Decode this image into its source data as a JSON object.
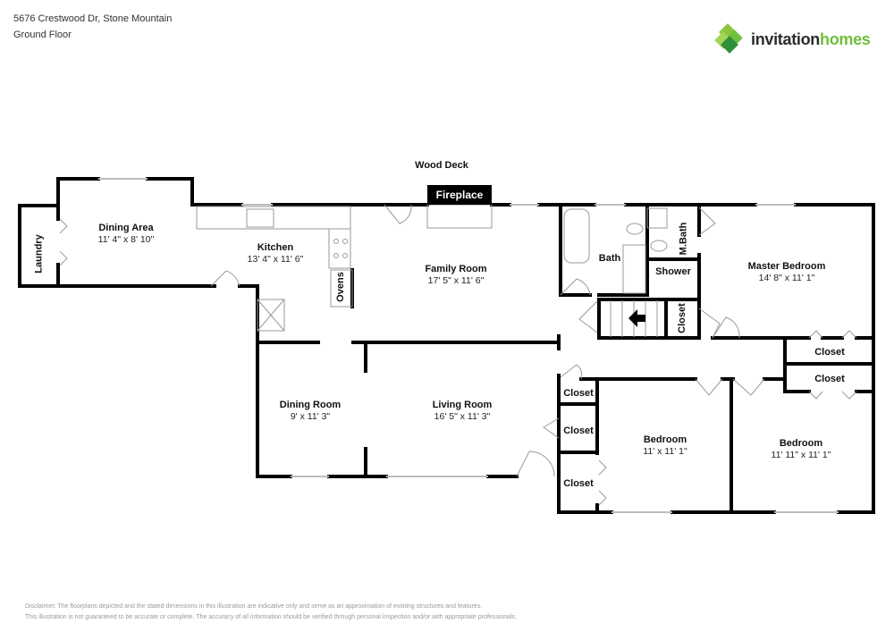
{
  "header": {
    "address": "5676 Crestwood Dr, Stone Mountain",
    "floor": "Ground Floor"
  },
  "logo": {
    "text_part1": "invitation",
    "text_part2": "homes",
    "icon": "green-diamond-cluster-icon",
    "colors": {
      "dark": "#2b2b2b",
      "green": "#6fbf3b",
      "green_dark": "#2f8f3a"
    }
  },
  "plan": {
    "exterior_label": "Wood Deck",
    "fireplace_label": "Fireplace",
    "rooms": {
      "laundry": {
        "name": "Laundry"
      },
      "dining_area": {
        "name": "Dining Area",
        "dim": "11' 4\" x 8' 10\""
      },
      "kitchen": {
        "name": "Kitchen",
        "dim": "13' 4\" x 11' 6\""
      },
      "ovens": {
        "name": "Ovens"
      },
      "family_room": {
        "name": "Family Room",
        "dim": "17' 5\" x 11' 6\""
      },
      "bath": {
        "name": "Bath"
      },
      "m_bath": {
        "name": "M.Bath"
      },
      "shower": {
        "name": "Shower"
      },
      "hall_closet": {
        "name": "Closet"
      },
      "master_bedroom": {
        "name": "Master Bedroom",
        "dim": "14' 8\" x 11' 1\""
      },
      "master_closet_1": {
        "name": "Closet"
      },
      "master_closet_2": {
        "name": "Closet"
      },
      "dining_room": {
        "name": "Dining Room",
        "dim": "9' x 11' 3\""
      },
      "living_room": {
        "name": "Living Room",
        "dim": "16' 5\" x 11' 3\""
      },
      "closet_a": {
        "name": "Closet"
      },
      "closet_b": {
        "name": "Closet"
      },
      "closet_c": {
        "name": "Closet"
      },
      "bedroom_1": {
        "name": "Bedroom",
        "dim": "11' x 11' 1\""
      },
      "bedroom_2": {
        "name": "Bedroom",
        "dim": "11' 11\" x 11' 1\""
      }
    },
    "colors": {
      "wall": "#000000",
      "window": "#bdbdbd",
      "fixture": "#9a9a9a"
    }
  },
  "disclaimer": {
    "line1": "Disclaimer: The floorplans depicted and the stated dimensions in this illustration are indicative only and serve as an approximation of existing structures and features.",
    "line2": "This illustration is not guaranteed to be accurate or complete. The accuracy of all information should be verified through personal inspection and/or with appropriate professionals."
  }
}
